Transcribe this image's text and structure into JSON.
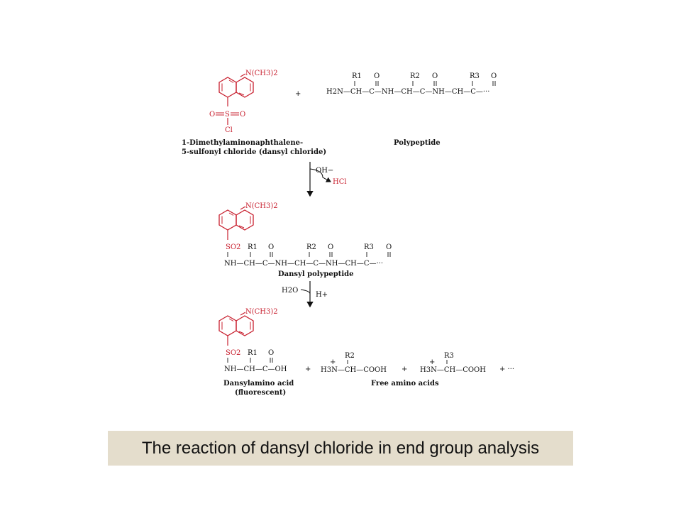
{
  "colors": {
    "highlight": "#c8202f",
    "caption_bg": "#e4ddcc",
    "text": "#111111"
  },
  "caption": "The reaction of dansyl chloride in end group analysis",
  "reactant": {
    "amine": "N(CH3)2",
    "sulfonyl": {
      "O_left": "O",
      "S": "S",
      "O_right": "O",
      "Cl": "Cl"
    },
    "name_line1": "1-Dimethylaminonaphthalene-",
    "name_line2": "5-sulfonyl chloride (dansyl chloride)"
  },
  "plus": "+",
  "polypeptide": {
    "chain": "H2N—CH—C—NH—CH—C—NH—CH—C—···",
    "r1": "R1",
    "r2": "R2",
    "r3": "R3",
    "o": "O",
    "name": "Polypeptide"
  },
  "step1": {
    "reagent": "OH−",
    "byproduct": "HCl"
  },
  "dansyl_polypeptide": {
    "amine": "N(CH3)2",
    "so2": "SO2",
    "chain": "NH—CH—C—NH—CH—C—NH—CH—C—···",
    "name": "Dansyl polypeptide"
  },
  "step2": {
    "reagent": "H2O",
    "catalyst": "H+"
  },
  "products": {
    "amine": "N(CH3)2",
    "so2": "SO2",
    "dansyl_aa": "NH—CH—C—OH",
    "plus1": "+",
    "free_aa_1": "H3N—CH—COOH",
    "plus2": "+",
    "free_aa_2": "H3N—CH—COOH",
    "plus3": "+ ···",
    "charge": "+",
    "dansyl_name_line1": "Dansylamino acid",
    "dansyl_name_line2": "(fluorescent)",
    "free_name": "Free amino acids"
  }
}
